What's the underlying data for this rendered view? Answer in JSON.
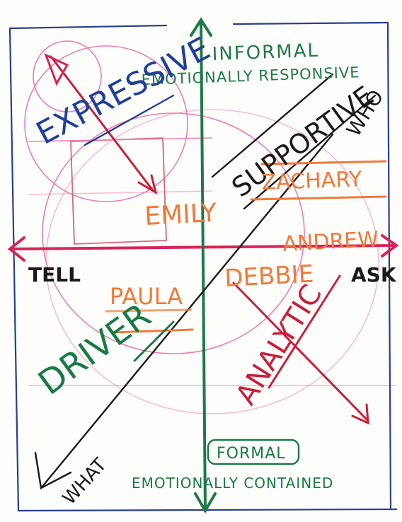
{
  "axes": {
    "top": "INFORMAL",
    "top_sub": "EMOTIONALLY RESPONSIVE",
    "bottom": "FORMAL",
    "bottom_sub": "EMOTIONALLY CONTAINED",
    "left": "TELL",
    "right": "ASK"
  },
  "quadrants": {
    "top_left": "EXPRESSIVE",
    "top_right": "SUPPORTIVE",
    "bottom_left": "DRIVER",
    "bottom_right": "ANALYTIC"
  },
  "corner_words": {
    "top_right": "WHO",
    "bottom_left": "WHAT"
  },
  "people": {
    "emily": "EMILY",
    "zachary": "ZACHARY",
    "andrew": "ANDREW",
    "debbie": "DEBBIE",
    "paula": "PAULA"
  },
  "colors": {
    "frame": "#2a3f8f",
    "axis_vertical": "#1f7a46",
    "axis_horizontal": "#d6245a",
    "blue": "#1f3f9a",
    "green": "#1a7a45",
    "orange": "#f07a3a",
    "red": "#c8203a",
    "black": "#1a1a1a",
    "pink": "#e8569a"
  }
}
